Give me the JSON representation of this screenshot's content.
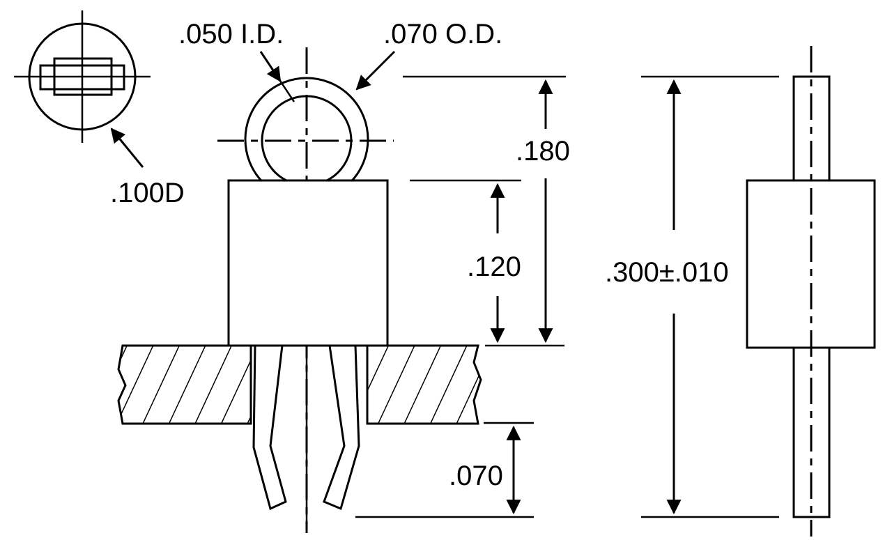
{
  "labels": {
    "inner_diameter": ".050 I.D.",
    "outer_diameter": ".070 O.D.",
    "head_diameter": ".100D",
    "ring_height": ".180",
    "body_height": ".120",
    "overall_height": ".300±.010",
    "lead_length": ".070"
  },
  "colors": {
    "ink": "#000000",
    "paper": "#ffffff"
  }
}
